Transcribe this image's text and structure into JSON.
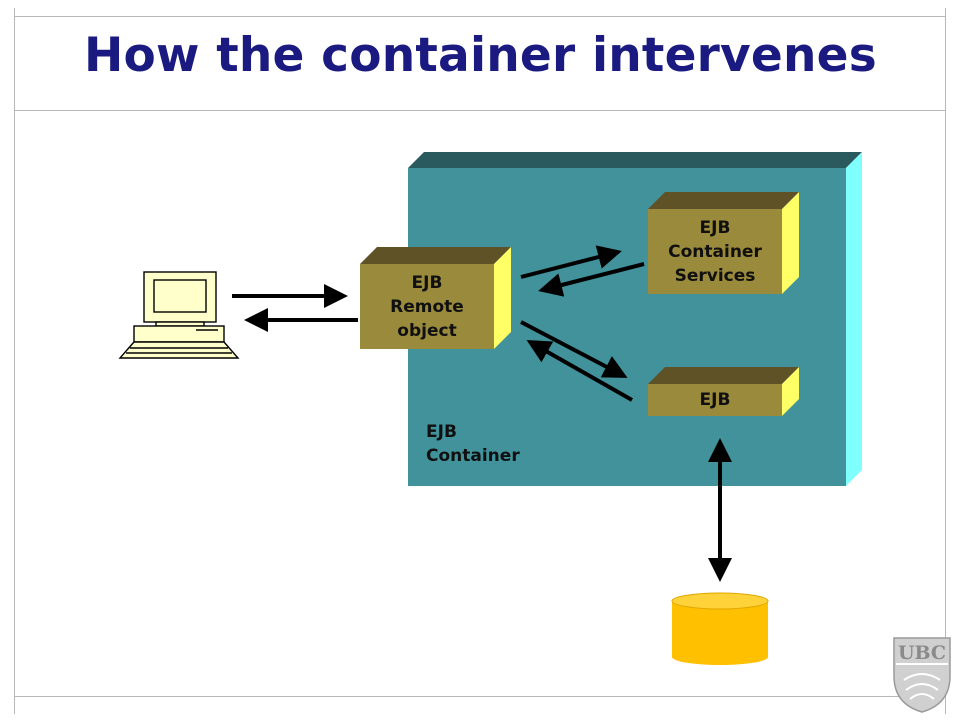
{
  "slide": {
    "title": "How the container intervenes"
  },
  "diagram": {
    "container_label_line1": "EJB",
    "container_label_line2": "Container",
    "remote_object": {
      "line1": "EJB",
      "line2": "Remote",
      "line3": "object"
    },
    "container_services": {
      "line1": "EJB",
      "line2": "Container",
      "line3": "Services"
    },
    "ejb_box": {
      "line1": "EJB"
    }
  },
  "logo": {
    "text": "UBC"
  },
  "colors": {
    "title": "#1a1a80",
    "container_front": "#41929a",
    "container_top": "#2a5a5e",
    "container_side": "#80ffff",
    "box_front": "#9a8a3c",
    "box_top": "#5e5226",
    "box_side": "#ffff66",
    "database": "#ffc000"
  }
}
